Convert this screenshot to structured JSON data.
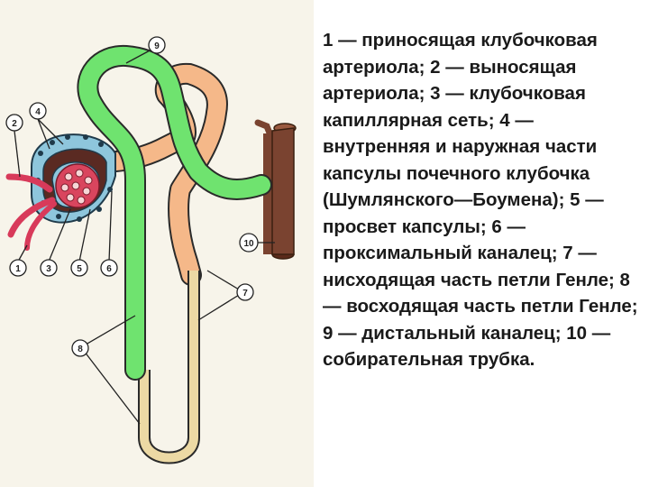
{
  "figure": {
    "legend_text": "1 — приносящая клубочковая артериола; 2 — выносящая артериола; 3 — клубочковая капиллярная сеть; 4 — внутренняя и наружная части капсулы почечного клубочка (Шумлянского—Боумена); 5 — просвет капсулы; 6 — проксимальный каналец; 7 — нисходящая часть петли Генле; 8 — восходящая часть петли Генле; 9 — дистальный каналец; 10 — собирательная трубка."
  },
  "callouts": [
    "1",
    "2",
    "3",
    "4",
    "5",
    "6",
    "7",
    "8",
    "9",
    "10"
  ],
  "colors": {
    "distal_tubule": "#6fe36f",
    "proximal_tubule": "#f5b889",
    "loop_thin": "#ecd9a4",
    "collecting_duct": "#7a4330",
    "capsule_epithelium": "#8ec6dc",
    "capsule_lumen": "#5a2a22",
    "arteriole": "#d83a5a",
    "glomerulus": "#d9455e"
  }
}
